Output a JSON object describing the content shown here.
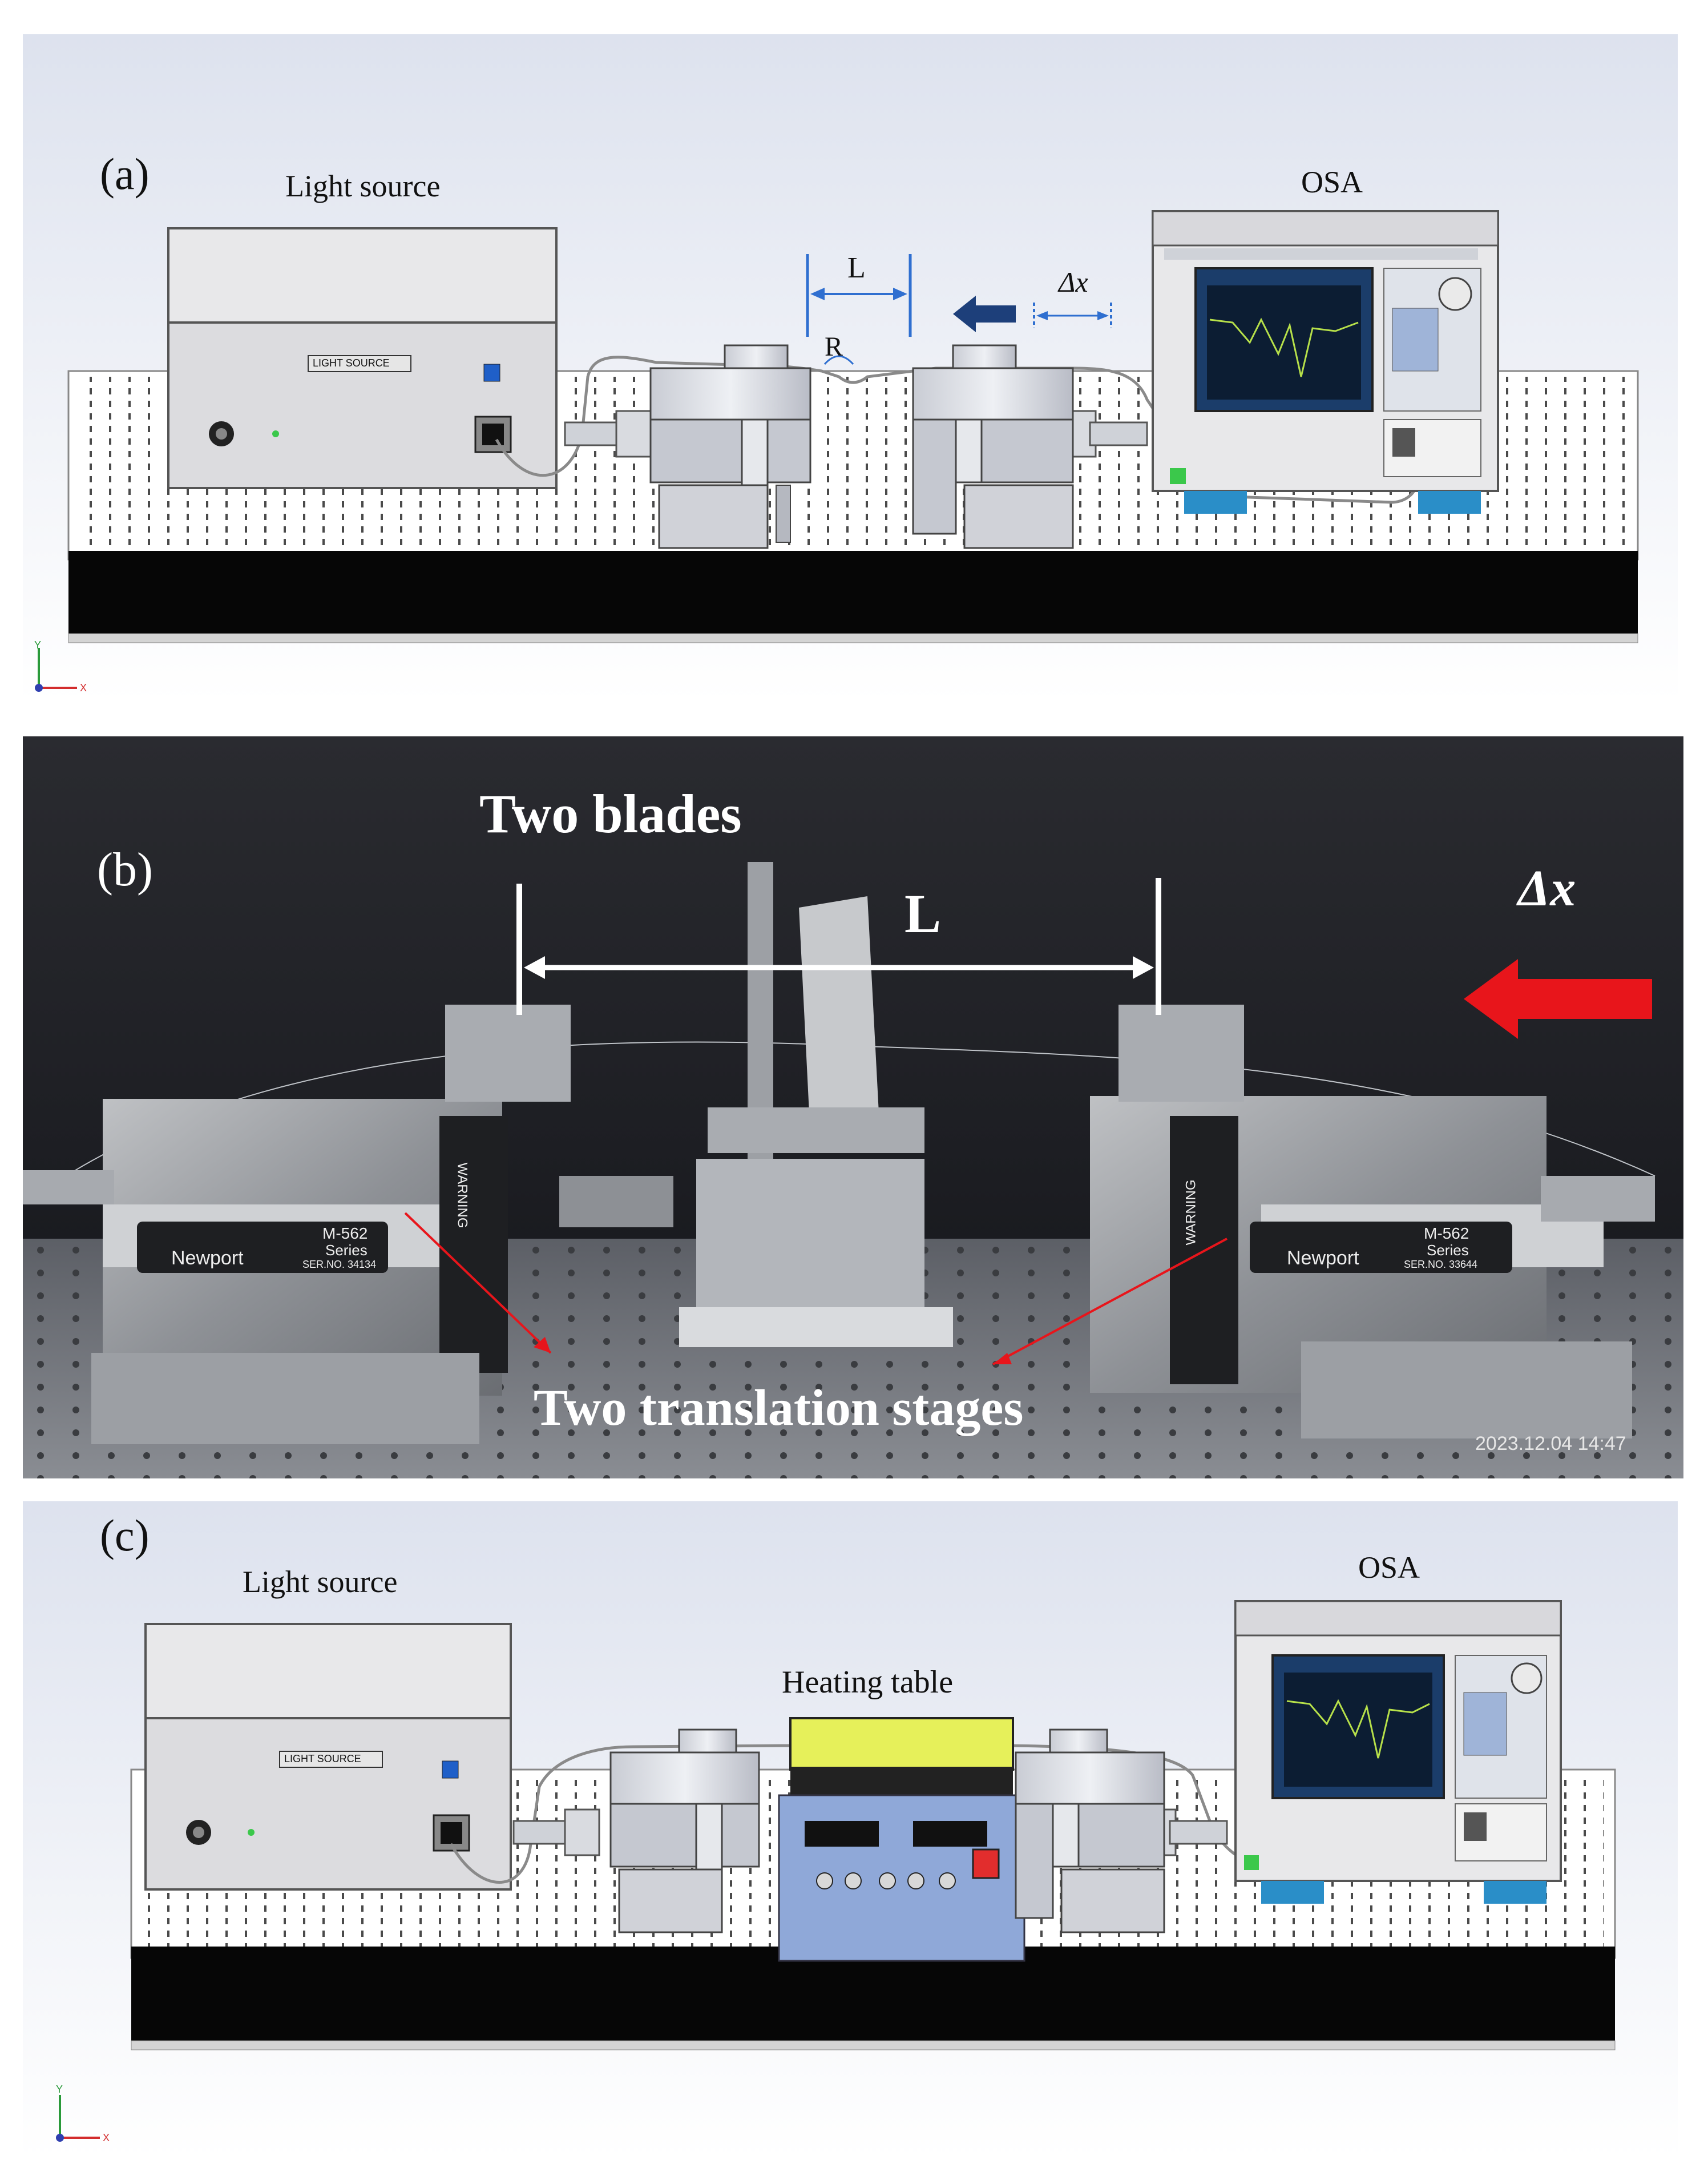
{
  "panel_a": {
    "label": "(a)",
    "light_source_title": "Light source",
    "light_source_plate": "LIGHT SOURCE",
    "osa_title": "OSA",
    "length_label": "L",
    "radius_label": "R",
    "delta_x_label": "Δx",
    "axis_y": "Y",
    "axis_x": "X"
  },
  "panel_b": {
    "label": "(b)",
    "title": "Two blades",
    "length_label": "L",
    "delta_x_label": "Δx",
    "stages_caption": "Two translation stages",
    "timestamp": "2023.12.04  14:47",
    "stage_left": {
      "brand": "Newport",
      "model": "M-562",
      "series": "Series",
      "serial": "SER.NO. 34134",
      "warning": "WARNING"
    },
    "stage_right": {
      "brand": "Newport",
      "model": "M-562",
      "series": "Series",
      "serial": "SER.NO. 33644",
      "warning": "WARNING"
    }
  },
  "panel_c": {
    "label": "(c)",
    "light_source_title": "Light source",
    "light_source_plate": "LIGHT SOURCE",
    "heating_title": "Heating table",
    "osa_title": "OSA",
    "axis_y": "Y",
    "axis_x": "X"
  },
  "colors": {
    "fiber": "#8a8a8a",
    "dim_blue": "#2f6fd0",
    "arrow_navy": "#1d3f7a",
    "arrow_red": "#e8151b",
    "heating_yellow": "#e6f05a",
    "heating_blue": "#8fa8d8",
    "osa_screen": "#1b3d6a",
    "spectrum": "#b7e04a"
  }
}
